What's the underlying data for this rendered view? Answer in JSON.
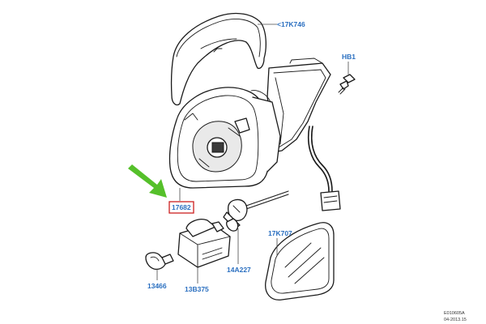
{
  "parts": {
    "mirror_cap": "<17K746",
    "bolt": "HB1",
    "mirror_housing": "17682",
    "heating_sensor": "14A227",
    "mirror_glass": "17K707",
    "bulb": "13466",
    "lamp_unit": "13B375"
  },
  "reference": {
    "code": "E010605A",
    "date": "04-2013.15"
  },
  "highlight": {
    "part": "17682",
    "arrow_color": "#55c02a",
    "box_color": "#cc1f1f"
  },
  "callout_color": "#2a6fc0"
}
